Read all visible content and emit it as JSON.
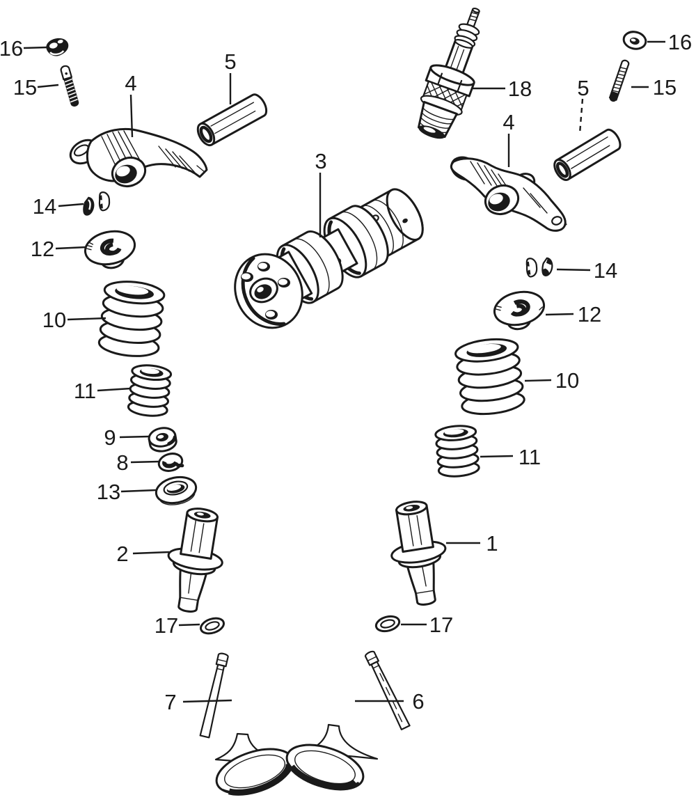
{
  "colors": {
    "ink": "#1a1a1a",
    "paper": "#ffffff"
  },
  "callouts": {
    "nut_left": {
      "num": "16"
    },
    "stud_left": {
      "num": "15"
    },
    "rocker_left": {
      "num": "4"
    },
    "rocker_pin_left": {
      "num": "5"
    },
    "spark_plug": {
      "num": "18"
    },
    "rocker_pin_right": {
      "num": "5"
    },
    "stud_right": {
      "num": "15"
    },
    "nut_right": {
      "num": "16"
    },
    "rocker_right": {
      "num": "4"
    },
    "camshaft": {
      "num": "3"
    },
    "cotters_left": {
      "num": "14"
    },
    "retainer_left": {
      "num": "12"
    },
    "outer_spring_left": {
      "num": "10"
    },
    "inner_spring_left": {
      "num": "11"
    },
    "spring_seat": {
      "num": "9"
    },
    "stem_seal": {
      "num": "8"
    },
    "seal_cap": {
      "num": "13"
    },
    "valve_guide_left": {
      "num": "2"
    },
    "oring_left": {
      "num": "17"
    },
    "valve_left": {
      "num": "7"
    },
    "cotters_right": {
      "num": "14"
    },
    "retainer_right": {
      "num": "12"
    },
    "outer_spring_right": {
      "num": "10"
    },
    "inner_spring_right": {
      "num": "11"
    },
    "valve_guide_right": {
      "num": "1"
    },
    "oring_right": {
      "num": "17"
    },
    "valve_right": {
      "num": "6"
    }
  }
}
